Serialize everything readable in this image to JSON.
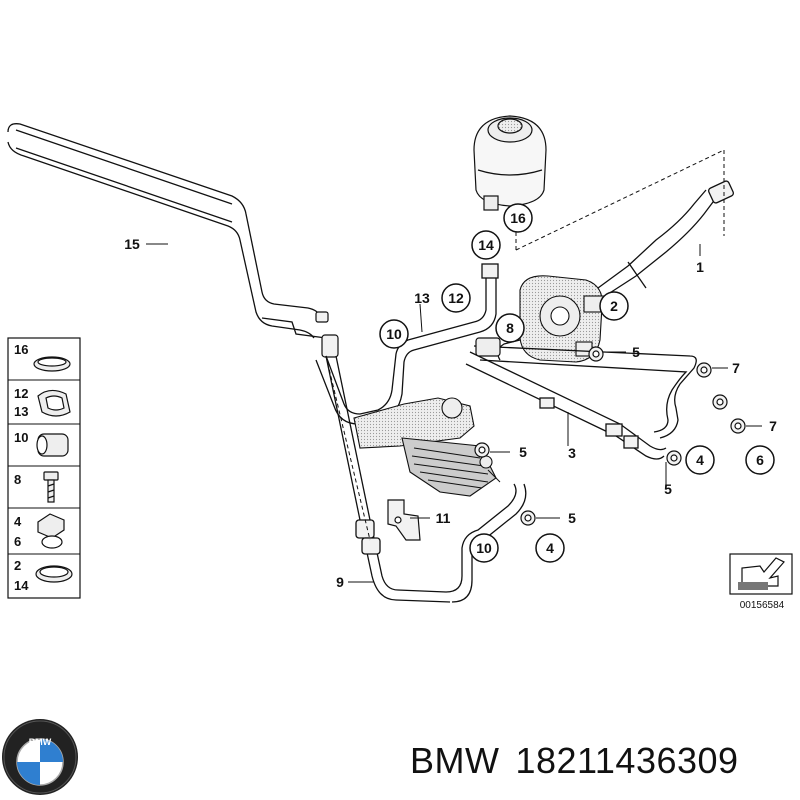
{
  "callouts": {
    "c1": "1",
    "c2": "2",
    "c3": "3",
    "c4a": "4",
    "c4b": "4",
    "c5a": "5",
    "c5b": "5",
    "c5c": "5",
    "c5d": "5",
    "c6": "6",
    "c7a": "7",
    "c7b": "7",
    "c8": "8",
    "c9": "9",
    "c10a": "10",
    "c10b": "10",
    "c11": "11",
    "c12": "12",
    "c13": "13",
    "c14": "14",
    "c15": "15",
    "c16": "16"
  },
  "legend": {
    "items": [
      {
        "labels": [
          "16"
        ]
      },
      {
        "labels": [
          "12",
          "13"
        ]
      },
      {
        "labels": [
          "10"
        ]
      },
      {
        "labels": [
          "8"
        ]
      },
      {
        "labels": [
          "4",
          "6"
        ]
      },
      {
        "labels": [
          "2",
          "14"
        ]
      }
    ]
  },
  "drawing_code": "00156584",
  "caption": {
    "brand": "BMW",
    "part_number": "18211436309"
  },
  "colors": {
    "line": "#111111",
    "part_fill": "#f2f2f2",
    "shade": "#bfbfbf",
    "bmw_blue": "#2f7fd0"
  }
}
